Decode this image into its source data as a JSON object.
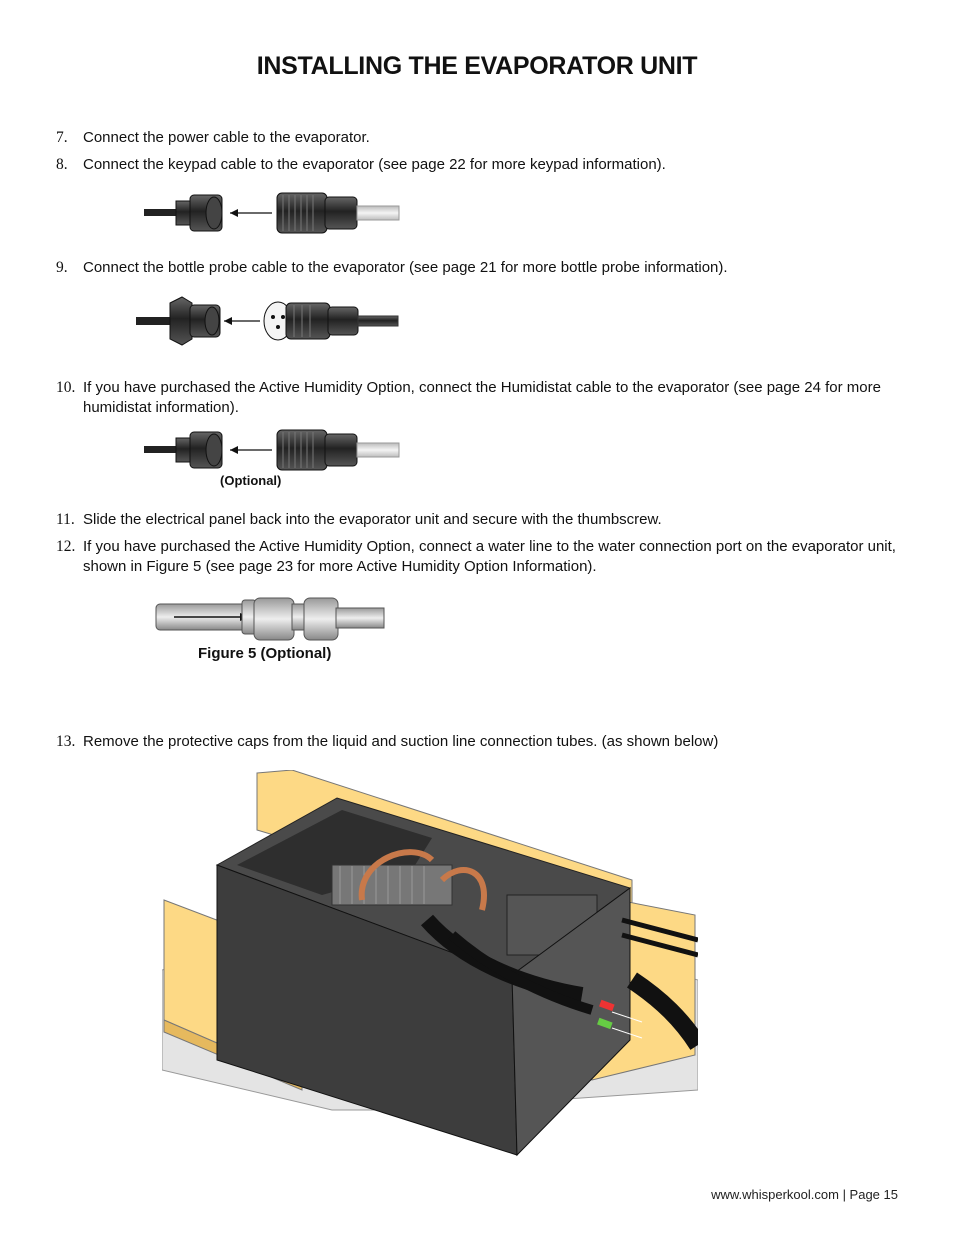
{
  "page_title": "INSTALLING THE EVAPORATOR UNIT",
  "steps": [
    {
      "num": "7.",
      "text": "Connect the power cable to the evaporator."
    },
    {
      "num": "8.",
      "text": "Connect the keypad cable to the evaporator (see page 22 for more keypad information)."
    },
    {
      "num": "9.",
      "text": "Connect the bottle probe cable to the evaporator (see page 21 for more bottle probe information)."
    },
    {
      "num": "10.",
      "text": "If you have purchased the Active Humidity Option, connect the Humidistat cable to the evaporator (see page 24 for more humidistat information)."
    },
    {
      "num": "11.",
      "text": "Slide the electrical panel back into the evaporator unit and secure with the thumbscrew."
    },
    {
      "num": "12.",
      "text": "If you have purchased the Active Humidity Option, connect a water line to the water connection port on the evaporator unit, shown in Figure 5 (see page 23 for more Active Humidity Option Information)."
    },
    {
      "num": "13.",
      "text": "Remove the protective caps from the liquid and suction line connection tubes. (as shown below)"
    }
  ],
  "captions": {
    "humidistat": "(Optional)",
    "figure5": "Figure 5 (Optional)"
  },
  "footer": "www.whisperkool.com | Page 15"
}
